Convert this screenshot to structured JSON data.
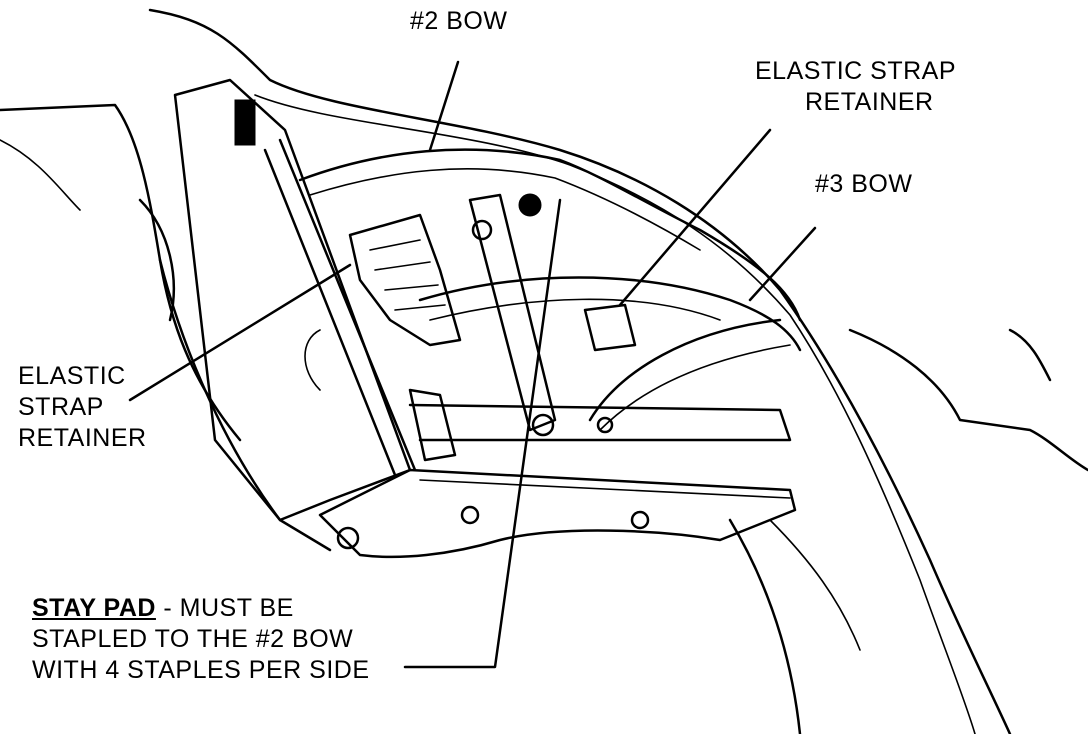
{
  "labels": {
    "bow2": "#2 BOW",
    "strap_right_1": "ELASTIC STRAP",
    "strap_right_2": "RETAINER",
    "bow3": "#3 BOW",
    "strap_left_1": "ELASTIC",
    "strap_left_2": "STRAP",
    "strap_left_3": "RETAINER",
    "stay_pad": "STAY PAD",
    "stay_note_1": " - MUST BE",
    "stay_note_2": "STAPLED TO THE #2 BOW",
    "stay_note_3": "WITH 4 STAPLES PER SIDE"
  }
}
